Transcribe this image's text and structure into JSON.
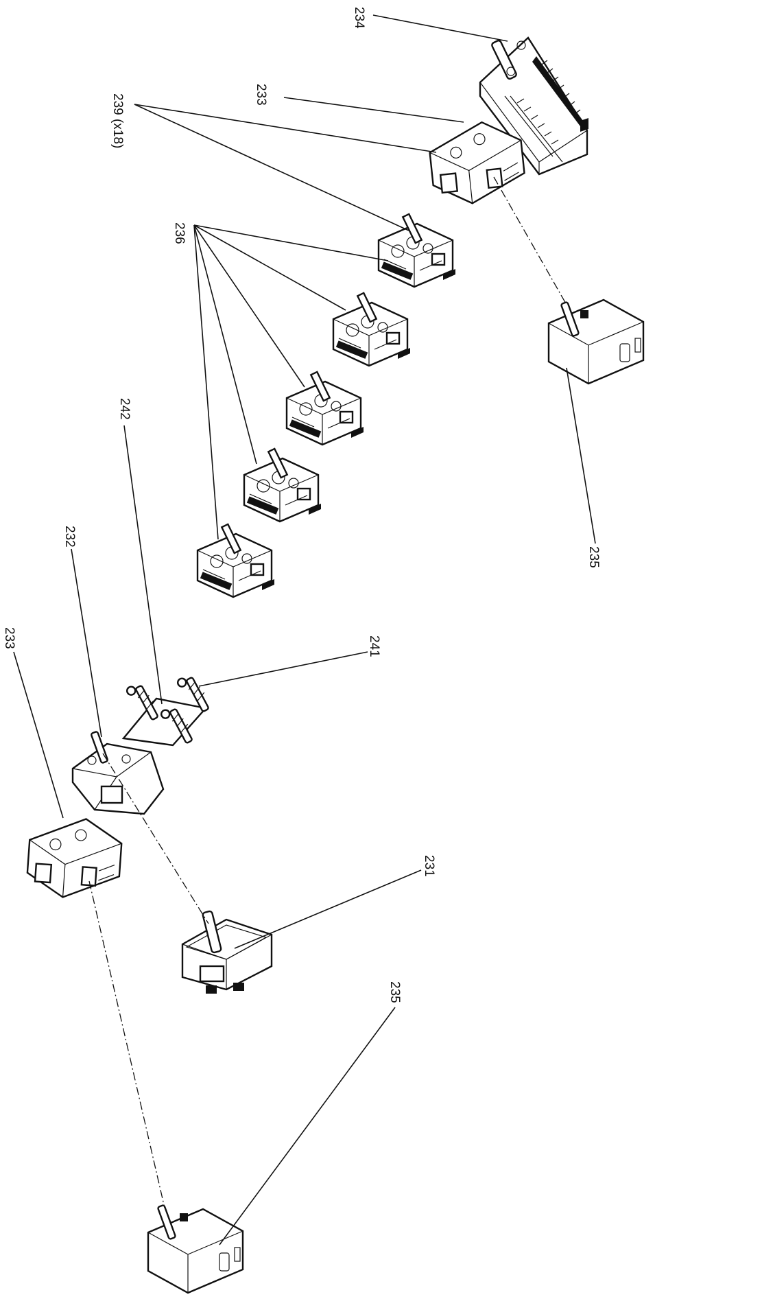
{
  "labels": {
    "l234": "234",
    "l233_top": "233",
    "l239": "239 (x18)",
    "l236": "236",
    "l242": "242",
    "l232": "232",
    "l233_bottom": "233",
    "l241": "241",
    "l231": "231",
    "l235_right": "235",
    "l235_bottom": "235"
  }
}
